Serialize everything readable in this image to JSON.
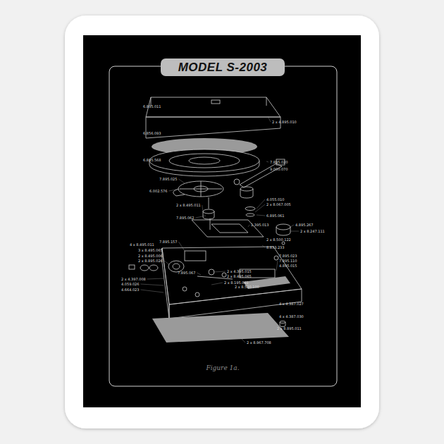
{
  "diagram": {
    "title": "MODEL S-2003",
    "caption": "Figure 1a.",
    "labels": [
      "6.895.011",
      "2 x 4.895.010",
      "6.856.093",
      "6.895.568",
      "7.895.020",
      "9.000.070",
      "7.895.025",
      "6.002.576",
      "2 x 8.495.011",
      "7.895.062",
      "4.055.010",
      "2 x 8.067.005",
      "6.895.061",
      "1.395.013",
      "4.895.267",
      "2 x 8.247.111",
      "2 x 8.500.122",
      "8.833.233",
      "7.895.157",
      "4 x 8.495.011",
      "3 x 8.495.065",
      "2 x 8.495.006",
      "2 x 8.895.026",
      "7.895.023",
      "7.895.110",
      "4.895.015",
      "7.895.067",
      "2 x 4.395.015",
      "2 x 8.495.065",
      "2 x 4.397.008",
      "4.059.026",
      "2 x 8.195.081",
      "4.664.023",
      "2 x 8.520.100",
      "4 x 4.387.027",
      "4 x 4.387.030",
      "2 x 8.895.011",
      "2 x 8.967.708"
    ]
  }
}
